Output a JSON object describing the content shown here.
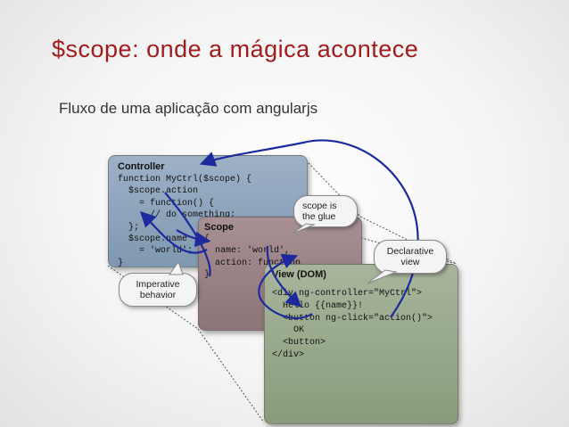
{
  "slide": {
    "title": "$scope: onde a mágica acontece",
    "subtitle": "Fluxo de uma aplicação com angularjs"
  },
  "diagram": {
    "controller": {
      "heading": "Controller",
      "code": "function MyCtrl($scope) {\n  $scope.action\n    = function() {\n      // do something;\n  };\n  $scope.name\n    = 'world';\n}"
    },
    "scope": {
      "heading": "Scope",
      "code": "{\n  name: 'world',\n  action: function\n}"
    },
    "view": {
      "heading": "View (DOM)",
      "code": "<div ng-controller=\"MyCtrl\">\n  Hello {{name}}!\n  <button ng-click=\"action()\">\n    OK\n  <button>\n</div>"
    },
    "bubbles": {
      "glue": "scope is the glue",
      "declarative": "Declarative view",
      "imperative": "Imperative behavior"
    },
    "colors": {
      "controller": "#8aa1b8",
      "scope": "#998183",
      "view": "#97a889",
      "arrows": "#1d2a9e",
      "title": "#a11c1c"
    }
  }
}
